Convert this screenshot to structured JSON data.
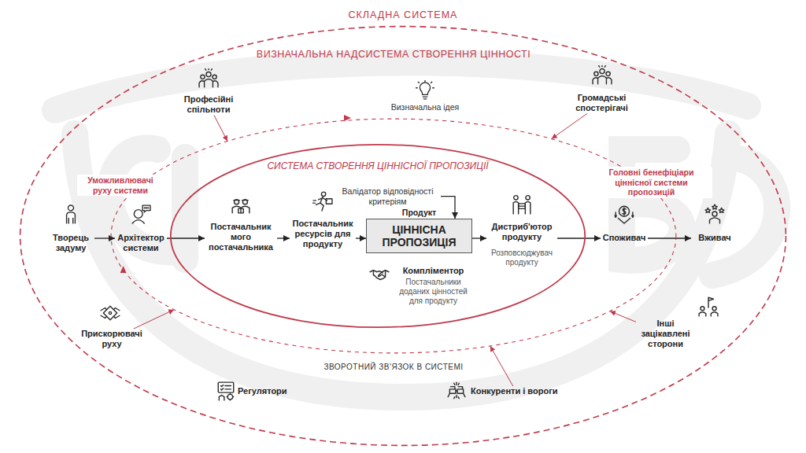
{
  "diagram": {
    "nodes": [
      {
        "text": [
          "СКЛАДНА СИСТЕМА"
        ]
      },
      {
        "text": [
          "ВИЗНАЧАЛЬНА НАДСИСТЕМА СТВОРЕННЯ ЦІННОСТІ"
        ],
        "in": 0
      },
      {
        "text": [
          "Професійні спільноти"
        ],
        "in": 0
      },
      {
        "text": [
          "Визначальна ідея"
        ],
        "in": 0
      },
      {
        "text": [
          "Громадські спостерігачі"
        ],
        "in": 0
      },
      {
        "text": [
          "Творець задуму"
        ],
        "in": 0
      },
      {
        "text": [
          "Архітектор системи"
        ],
        "in": 1
      },
      {
        "text": [
          "СИСТЕМА СТВОРЕННЯ ЦІННІСНОЇ ПРОПОЗИЦІЇ"
        ],
        "in": 1
      },
      {
        "text": [
          "Валідатор відповідності критеріям"
        ],
        "in": 7
      },
      {
        "text": [
          "Постачальник мого постачальника"
        ],
        "in": 7
      },
      {
        "text": [
          "Постачальник ресурсів для продукту"
        ],
        "in": 7
      },
      {
        "text": [
          "Продукт",
          "ЦІННІСНА ПРОПОЗИЦІЯ"
        ],
        "in": 7
      },
      {
        "text": [
          "Дистриб'ютор продукту",
          "Розповсюджувач продукту"
        ],
        "in": 7
      },
      {
        "text": [
          "Компліментор",
          "Постачальники доданих цінностей для продукту"
        ],
        "in": 7
      },
      {
        "text": [
          "Споживач"
        ],
        "in": 1
      },
      {
        "text": [
          "Вживач"
        ],
        "in": 0
      },
      {
        "text": [
          "Прискорювачі руху"
        ],
        "in": 0
      },
      {
        "text": [
          "Інші зацікавлені сторони"
        ],
        "in": 0
      },
      {
        "text": [
          "Регулятори"
        ],
        "in": 0
      },
      {
        "text": [
          "Конкуренти і вороги"
        ],
        "in": 0
      }
    ],
    "edges": [
      {
        "from": 5,
        "to": 6,
        "arrow": "to"
      },
      {
        "from": 6,
        "to": 9,
        "arrow": "to"
      },
      {
        "from": 9,
        "to": 10,
        "arrow": "to"
      },
      {
        "from": 10,
        "to": 11,
        "arrow": "to"
      },
      {
        "from": 11,
        "to": 12,
        "arrow": "to"
      },
      {
        "from": 12,
        "to": 14,
        "arrow": "to"
      },
      {
        "from": 14,
        "to": 15,
        "arrow": "to"
      },
      {
        "from": 8,
        "to": 11,
        "arrow": "to"
      },
      {
        "from": 2,
        "to": 1,
        "arrow": "to"
      },
      {
        "from": 4,
        "to": 1,
        "arrow": "to"
      },
      {
        "from": 16,
        "to": 1,
        "arrow": "to"
      },
      {
        "from": 17,
        "to": 1,
        "arrow": "to"
      },
      {
        "from": 19,
        "to": 1,
        "arrow": "to"
      }
    ],
    "labels": [
      "Уможливлювачі руху системи",
      "Головні бенефіціари ціннісної системи пропозицій",
      "ЗВОРОТНИЙ ЗВ'ЯЗОК В СИСТЕМІ"
    ]
  }
}
